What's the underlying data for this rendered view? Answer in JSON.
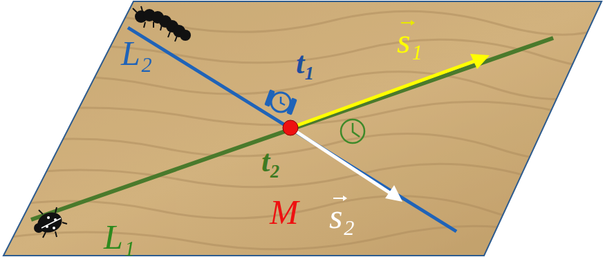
{
  "diagram": {
    "labels": [
      "L₂",
      "t₁",
      "s₁",
      "t₂",
      "M",
      "s₂",
      "L₁"
    ]
  }
}
